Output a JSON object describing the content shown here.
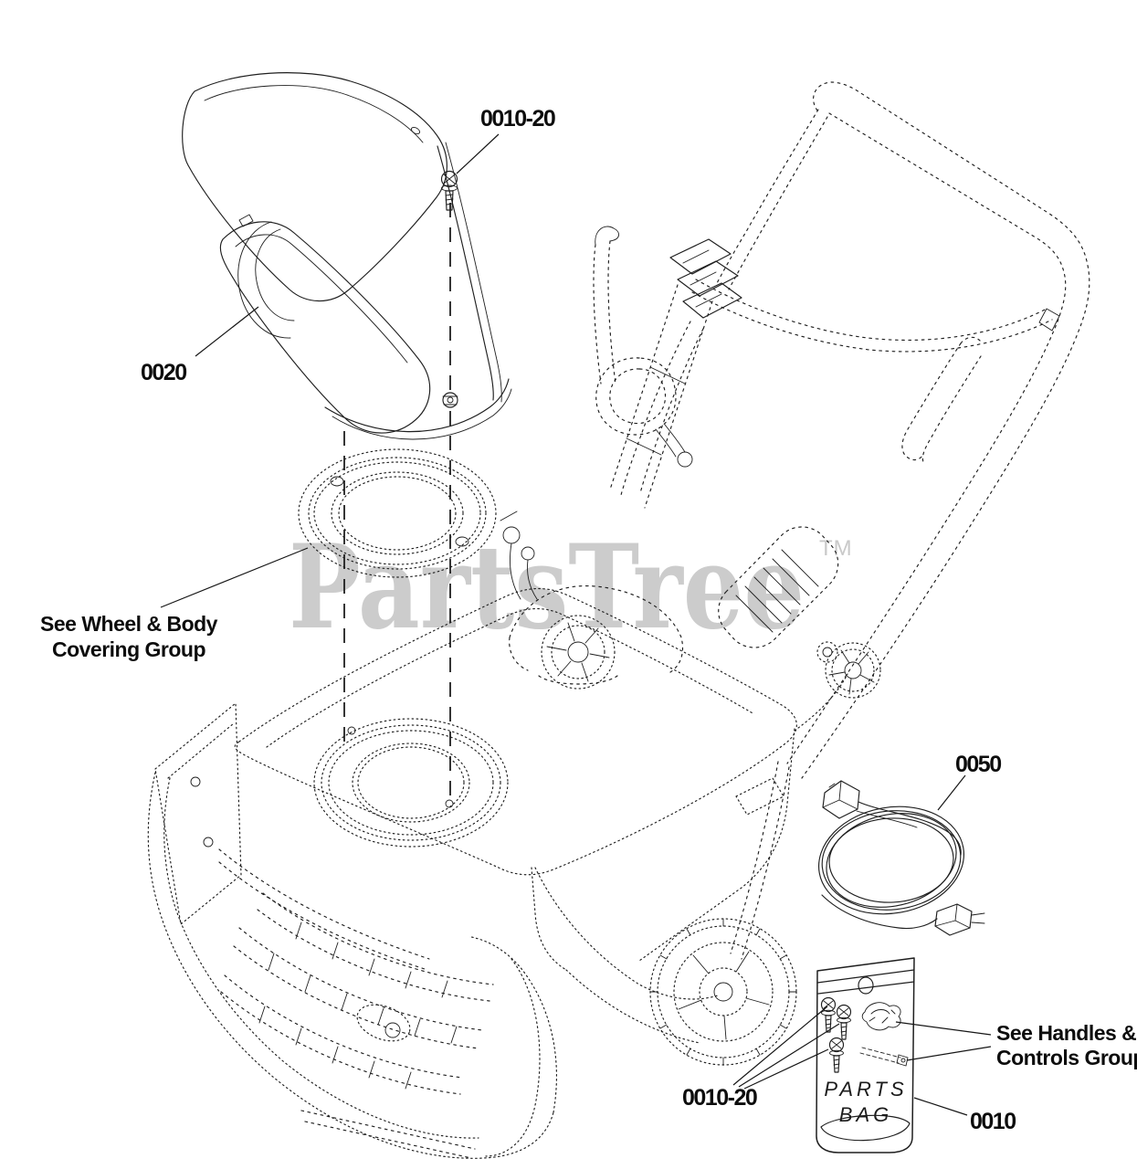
{
  "watermark": {
    "text": "PartsTree",
    "tm": "TM"
  },
  "callouts": {
    "top_screw": {
      "label": "0010-20"
    },
    "deflector": {
      "label": "0020"
    },
    "wheel_body_note": {
      "line1": "See Wheel & Body",
      "line2": "Covering Group"
    },
    "cable": {
      "label": "0050"
    },
    "bag_screws": {
      "label": "0010-20"
    },
    "handles_note": {
      "line1": "See Handles &",
      "line2": "Controls Group"
    },
    "parts_bag": {
      "label": "0010"
    }
  },
  "parts_bag_text": {
    "line1": "PARTS",
    "line2": "BAG"
  },
  "colors": {
    "ink": "#1f1f1f",
    "watermark": "#cccccc",
    "background": "#ffffff"
  }
}
